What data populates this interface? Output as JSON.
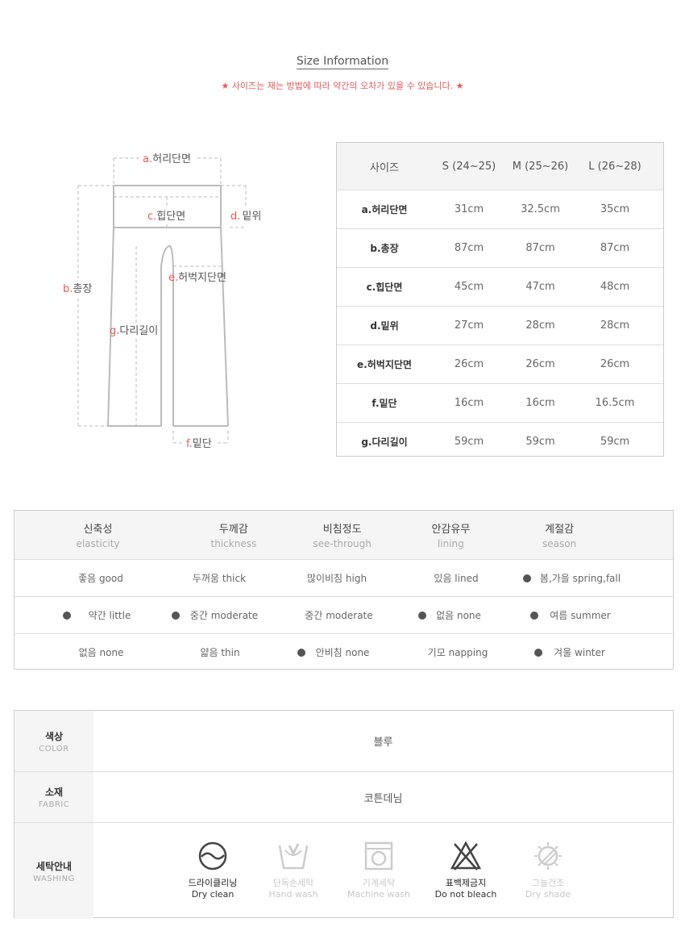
{
  "header": {
    "title": "Size Information",
    "notice": "★ 사이즈는 재는 방법에 따라 약간의 오차가 있을 수 있습니다. ★"
  },
  "diagram": {
    "a": {
      "letter": "a.",
      "label": "허리단면"
    },
    "b": {
      "letter": "b.",
      "label": "총장"
    },
    "c": {
      "letter": "c.",
      "label": "힙단면"
    },
    "d": {
      "letter": "d.",
      "label": "밑위"
    },
    "e": {
      "letter": "e.",
      "label": "허벅지단면"
    },
    "f": {
      "letter": "f.",
      "label": "밑단"
    },
    "g": {
      "letter": "g.",
      "label": "다리길이"
    },
    "colors": {
      "accent": "#e05a5a",
      "line": "#bbbbbb"
    }
  },
  "size_table": {
    "headers": [
      "사이즈",
      "S (24~25)",
      "M (25~26)",
      "L (26~28)"
    ],
    "rows": [
      [
        "a.허리단면",
        "31cm",
        "32.5cm",
        "35cm"
      ],
      [
        "b.총장",
        "87cm",
        "87cm",
        "87cm"
      ],
      [
        "c.힙단면",
        "45cm",
        "47cm",
        "48cm"
      ],
      [
        "d.밑위",
        "27cm",
        "28cm",
        "28cm"
      ],
      [
        "e.허벅지단면",
        "26cm",
        "26cm",
        "26cm"
      ],
      [
        "f.밑단",
        "16cm",
        "16cm",
        "16.5cm"
      ],
      [
        "g.다리길이",
        "59cm",
        "59cm",
        "59cm"
      ]
    ]
  },
  "attributes": {
    "headers": [
      {
        "ko": "신축성",
        "en": "elasticity"
      },
      {
        "ko": "두께감",
        "en": "thickness"
      },
      {
        "ko": "비침정도",
        "en": "see-through"
      },
      {
        "ko": "안감유무",
        "en": "lining"
      },
      {
        "ko": "계절감",
        "en": "season"
      }
    ],
    "rows": [
      [
        {
          "text": "좋음 good",
          "selected": false
        },
        {
          "text": "두꺼움 thick",
          "selected": false
        },
        {
          "text": "많이비침 high",
          "selected": false
        },
        {
          "text": "있음 lined",
          "selected": false
        },
        {
          "text": "봄,가을 spring,fall",
          "selected": true
        }
      ],
      [
        {
          "text": "약간 little",
          "selected": true
        },
        {
          "text": "중간 moderate",
          "selected": true
        },
        {
          "text": "중간 moderate",
          "selected": false
        },
        {
          "text": "없음 none",
          "selected": true
        },
        {
          "text": "여름 summer",
          "selected": true
        }
      ],
      [
        {
          "text": "없음 none",
          "selected": false
        },
        {
          "text": "얇음 thin",
          "selected": false
        },
        {
          "text": "안비침 none",
          "selected": true
        },
        {
          "text": "기모 napping",
          "selected": false
        },
        {
          "text": "겨울 winter",
          "selected": true
        }
      ]
    ]
  },
  "info": {
    "color": {
      "ko": "색상",
      "en": "COLOR",
      "value": "블루"
    },
    "fabric": {
      "ko": "소재",
      "en": "FABRIC",
      "value": "코튼데님"
    },
    "washing": {
      "ko": "세탁안내",
      "en": "WASHING",
      "items": [
        {
          "icon": "dry-clean-icon",
          "ko": "드라이클리닝",
          "en": "Dry clean",
          "active": true
        },
        {
          "icon": "hand-wash-icon",
          "ko": "단독손세탁",
          "en": "Hand wash",
          "active": false
        },
        {
          "icon": "machine-wash-icon",
          "ko": "기계세탁",
          "en": "Machine wash",
          "active": false
        },
        {
          "icon": "no-bleach-icon",
          "ko": "표백제금지",
          "en": "Do not bleach",
          "active": true
        },
        {
          "icon": "dry-shade-icon",
          "ko": "그늘건조",
          "en": "Dry shade",
          "active": false
        }
      ]
    }
  }
}
